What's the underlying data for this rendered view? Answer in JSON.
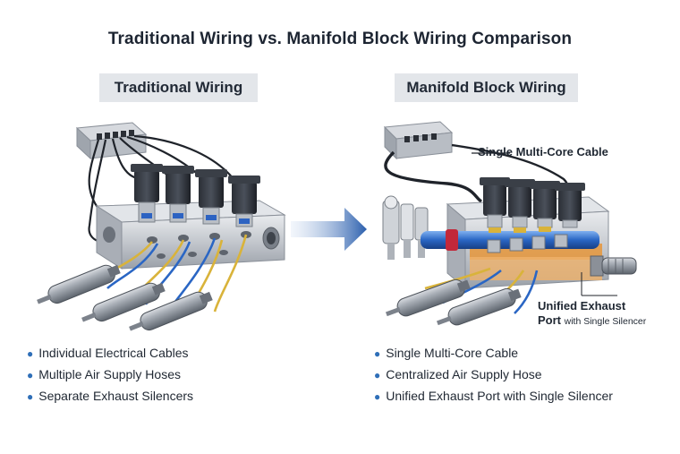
{
  "title": "Traditional Wiring vs. Manifold Block Wiring Comparison",
  "left": {
    "label": "Traditional Wiring",
    "bullets": [
      "Individual Electrical Cables",
      "Multiple Air Supply Hoses",
      "Separate Exhaust Silencers"
    ]
  },
  "right": {
    "label": "Manifold Block Wiring",
    "callout_cable": "Single Multi-Core Cable",
    "callout_exhaust_line1": "Unified Exhaust",
    "callout_exhaust_line2a": "Port",
    "callout_exhaust_line2b": "with Single Silencer",
    "bullets": [
      "Single Multi-Core Cable",
      "Centralized Air Supply Hose",
      "Unified Exhaust Port with Single Silencer"
    ]
  },
  "colors": {
    "accent_blue": "#2f6fb8",
    "hose_yellow": "#d9b33a",
    "air_blue": "#2a66c4"
  }
}
